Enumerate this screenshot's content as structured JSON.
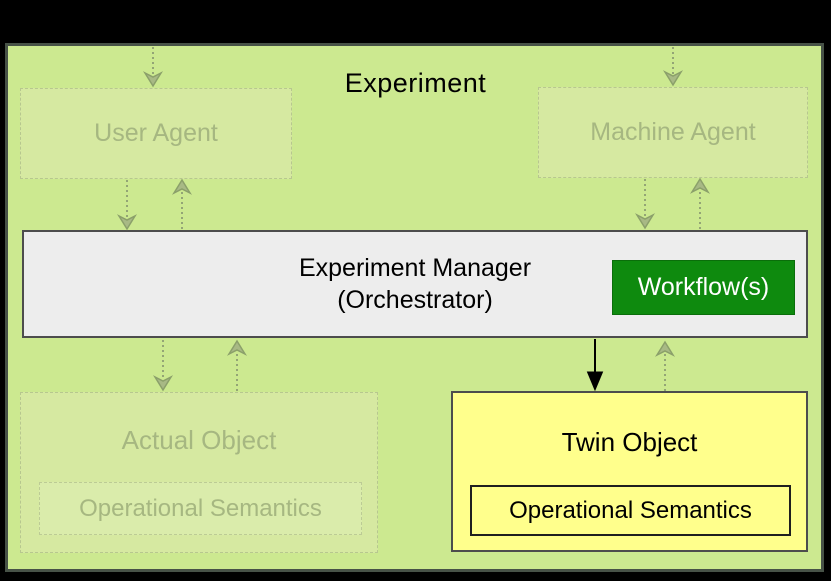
{
  "experiment": {
    "title": "Experiment",
    "background": "#cce990",
    "border_color": "#475247",
    "outer_background": "#000000"
  },
  "nodes": {
    "user_agent": {
      "label": "User Agent",
      "state": "faded"
    },
    "machine_agent": {
      "label": "Machine Agent",
      "state": "faded"
    },
    "experiment_manager": {
      "line1": "Experiment Manager",
      "line2": "(Orchestrator)",
      "background": "#ededed"
    },
    "workflow": {
      "label": "Workflow(s)",
      "background": "#0e8a0e",
      "text_color": "#ffffff"
    },
    "actual_object": {
      "label": "Actual Object",
      "semantics_label": "Operational Semantics",
      "state": "faded"
    },
    "twin_object": {
      "label": "Twin Object",
      "semantics_label": "Operational Semantics",
      "background": "#ffff8c"
    }
  },
  "edges": [
    {
      "from": "experiment-top",
      "to": "user-agent",
      "style": "dotted-faded",
      "direction": "down"
    },
    {
      "from": "experiment-top",
      "to": "machine-agent",
      "style": "dotted-faded",
      "direction": "down"
    },
    {
      "from": "user-agent",
      "to": "experiment-manager",
      "style": "dotted-faded",
      "direction": "down"
    },
    {
      "from": "experiment-manager",
      "to": "user-agent",
      "style": "dotted-faded",
      "direction": "up"
    },
    {
      "from": "machine-agent",
      "to": "experiment-manager",
      "style": "dotted-faded",
      "direction": "down"
    },
    {
      "from": "experiment-manager",
      "to": "machine-agent",
      "style": "dotted-faded",
      "direction": "up"
    },
    {
      "from": "experiment-manager",
      "to": "actual-object",
      "style": "dotted-faded",
      "direction": "down"
    },
    {
      "from": "actual-object",
      "to": "experiment-manager",
      "style": "dotted-faded",
      "direction": "up"
    },
    {
      "from": "experiment-manager",
      "to": "twin-object",
      "style": "solid-black",
      "direction": "down"
    },
    {
      "from": "twin-object",
      "to": "experiment-manager",
      "style": "dotted-faded",
      "direction": "up"
    }
  ]
}
